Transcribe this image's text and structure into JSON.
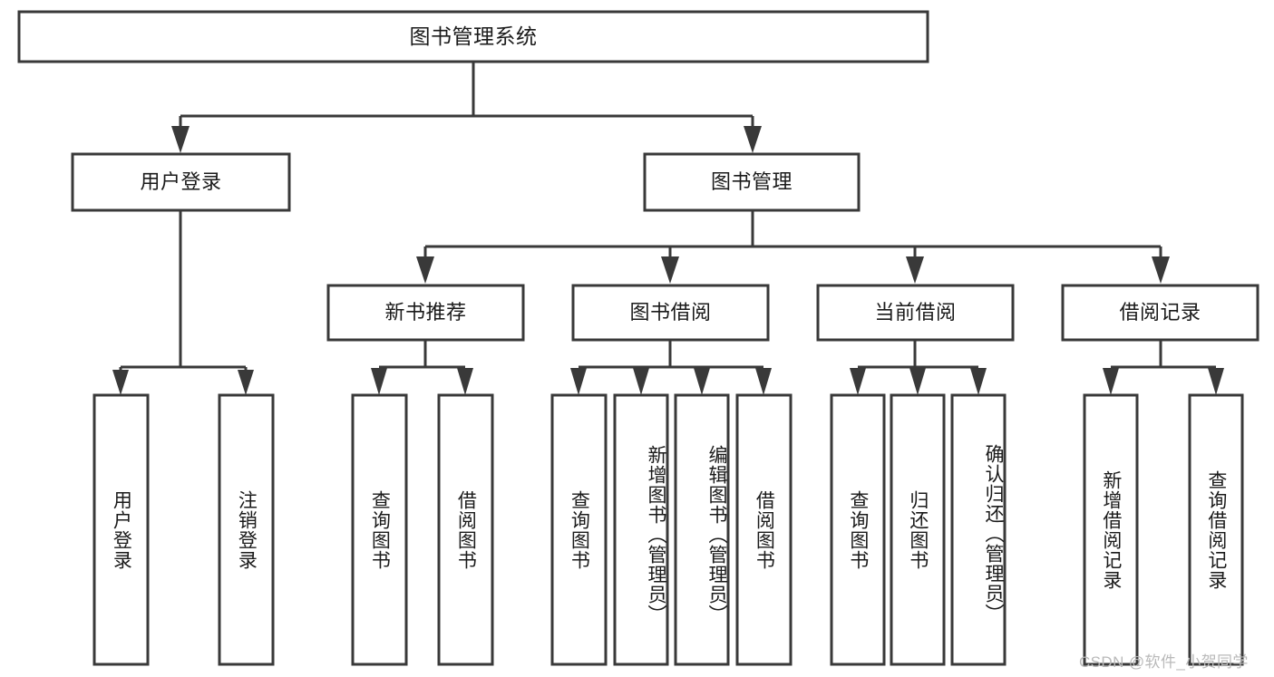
{
  "diagram": {
    "type": "tree-hierarchy",
    "title": "图书管理系统",
    "watermark": "CSDN @软件_小贺同学",
    "colors": {
      "box_stroke": "#393939",
      "box_fill": "#ffffff",
      "text": "#1a1a1a",
      "background": "#ffffff",
      "watermark": "#b9b9b9"
    },
    "levels": {
      "root": {
        "label": "图书管理系统"
      },
      "level1": [
        {
          "label": "用户登录"
        },
        {
          "label": "图书管理"
        }
      ],
      "level2": [
        {
          "label": "新书推荐"
        },
        {
          "label": "图书借阅"
        },
        {
          "label": "当前借阅"
        },
        {
          "label": "借阅记录"
        }
      ],
      "leaves": {
        "user_login": [
          {
            "label": "用户登录"
          },
          {
            "label": "注销登录"
          }
        ],
        "new_book_recommend": [
          {
            "label": "查询图书"
          },
          {
            "label": "借阅图书"
          }
        ],
        "book_borrow": [
          {
            "label": "查询图书"
          },
          {
            "label": "新增图书（管理员）"
          },
          {
            "label": "编辑图书（管理员）"
          },
          {
            "label": "借阅图书"
          }
        ],
        "current_borrow": [
          {
            "label": "查询图书"
          },
          {
            "label": "归还图书"
          },
          {
            "label": "确认归还（管理员）"
          }
        ],
        "borrow_records": [
          {
            "label": "新增借阅记录"
          },
          {
            "label": "查询借阅记录"
          }
        ]
      }
    }
  }
}
